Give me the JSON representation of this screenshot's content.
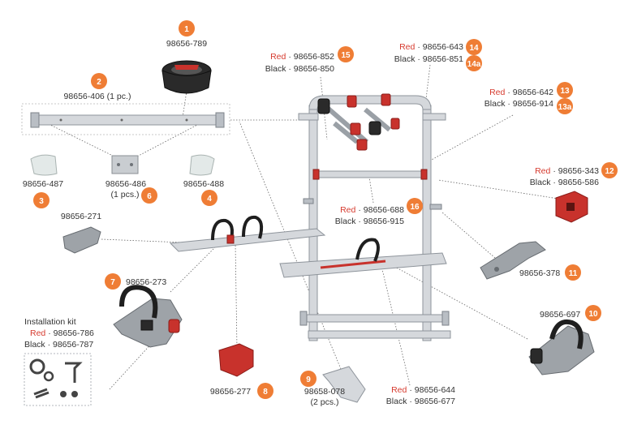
{
  "colors": {
    "badge": "#ef7d35",
    "red_text": "#d63b2f",
    "text": "#333333"
  },
  "parts": {
    "p1": {
      "badge": "1",
      "code": "98656-789"
    },
    "p2": {
      "badge": "2",
      "code": "98656-406 (1 pc.)"
    },
    "p3": {
      "badge": "3",
      "code": "98656-487"
    },
    "p4": {
      "badge": "4",
      "code": "98656-488"
    },
    "p6": {
      "badge": "6",
      "code": "98656-486",
      "qty": "(1 pcs.)"
    },
    "p7": {
      "badge": "7",
      "code": "98656-273"
    },
    "p8": {
      "badge": "8",
      "code": "98656-277"
    },
    "p9": {
      "badge": "9",
      "code": "98658-078",
      "qty": "(2 pcs.)"
    },
    "p10": {
      "badge": "10",
      "code": "98656-697"
    },
    "p11": {
      "badge": "11",
      "code": "98656-378"
    },
    "p12": {
      "badge": "12",
      "red_label": "Red",
      "red_code": "· 98656-343",
      "black_label": "Black · 98656-586"
    },
    "p13": {
      "badge": "13",
      "badge_b": "13a",
      "red_label": "Red",
      "red_code": "· 98656-642",
      "black_label": "Black · 98656-914"
    },
    "p14": {
      "badge": "14",
      "badge_b": "14a",
      "red_label": "Red",
      "red_code": "· 98656-643",
      "black_label": "Black · 98656-851"
    },
    "p15": {
      "badge": "15",
      "red_label": "Red",
      "red_code": "· 98656-852",
      "black_label": "Black · 98656-850"
    },
    "p16": {
      "badge": "16",
      "red_label": "Red",
      "red_code": "· 98656-688",
      "black_label": "Black · 98656-915"
    },
    "p17": {
      "red_label": "Red",
      "red_code": "· 98656-644",
      "black_label": "Black · 98656-677"
    },
    "p271": {
      "code": "98656-271"
    },
    "kit": {
      "title": "Installation kit",
      "red_label": "Red",
      "red_code": "· 98656-786",
      "black_label": "Black · 98656-787"
    }
  }
}
